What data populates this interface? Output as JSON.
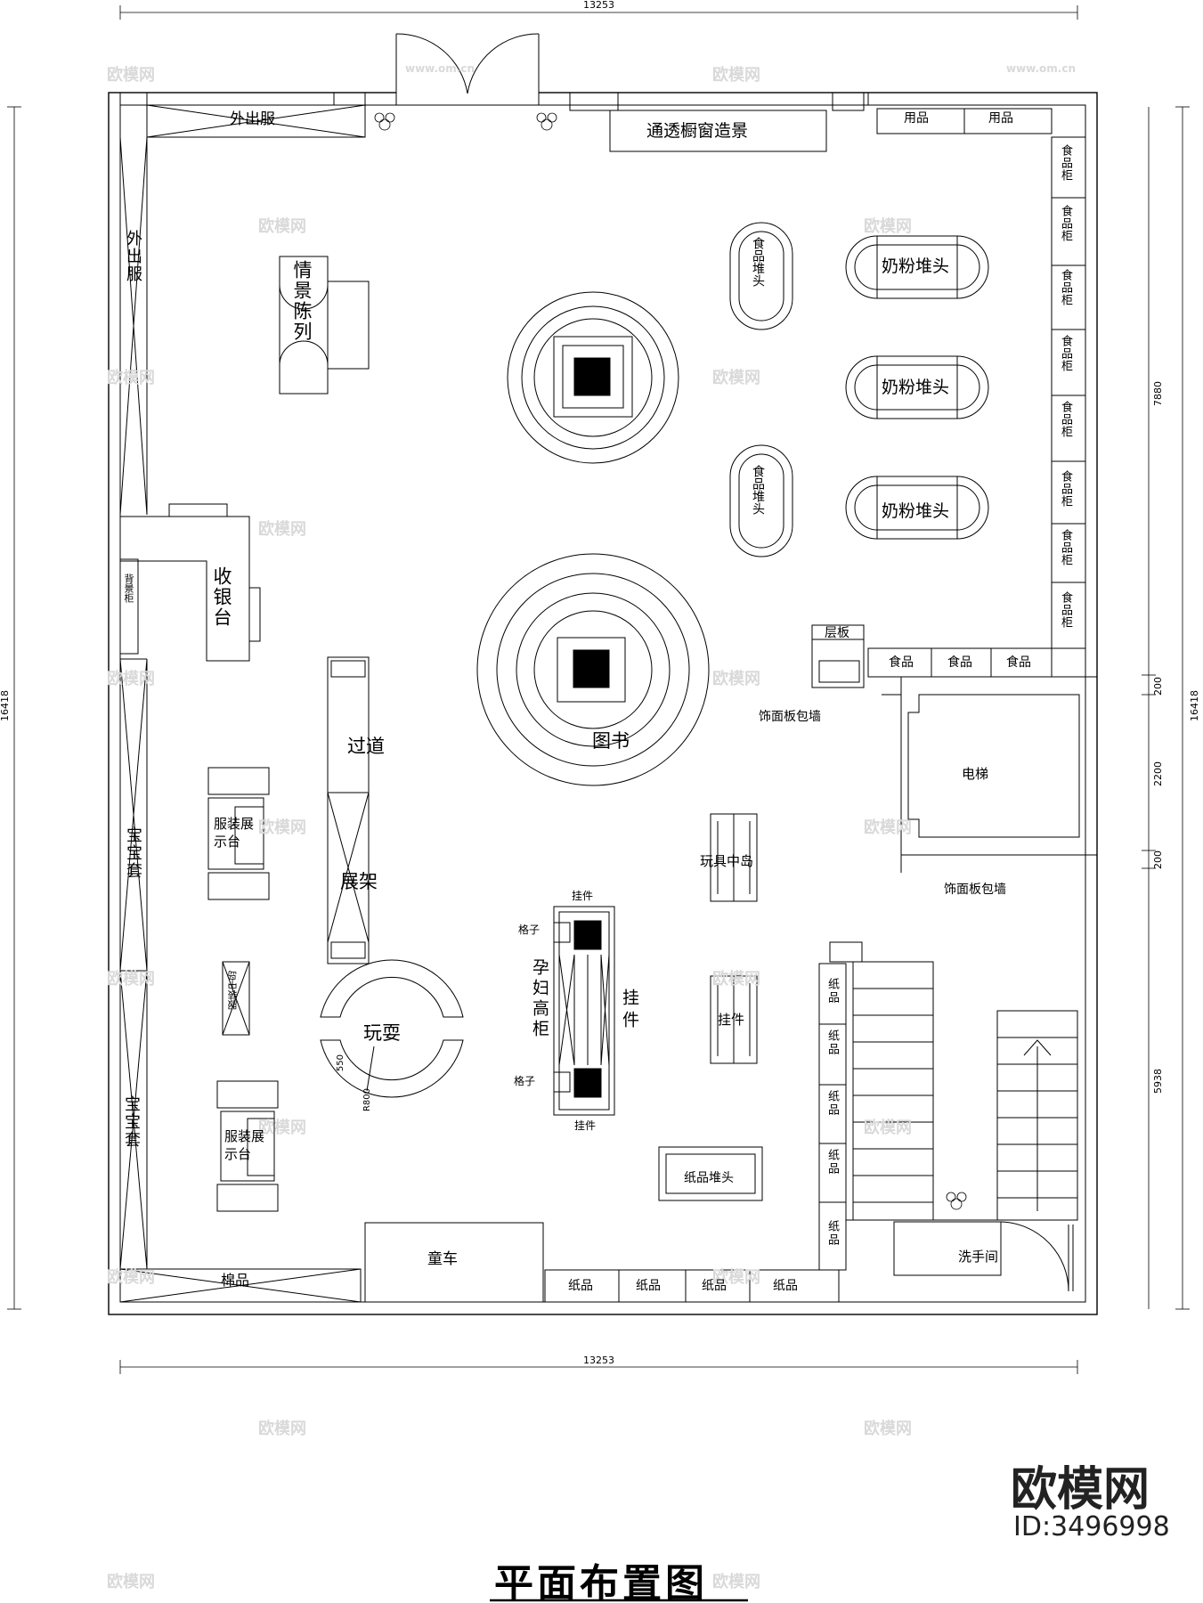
{
  "title": "平面布置图",
  "brand": {
    "name": "欧模网",
    "id": "ID:3496998"
  },
  "dimensions": {
    "width_top": "13253",
    "width_bottom": "13253",
    "height_left": "16418",
    "height_right": "16418",
    "right_upper": "7880",
    "right_200a": "200",
    "right_2200": "2200",
    "right_200b": "200",
    "right_lower": "5938"
  },
  "labels": {
    "outwear_top": "外出服",
    "outwear_left": "外出服",
    "window_display": "通透橱窗造景",
    "supplies_1": "用品",
    "supplies_2": "用品",
    "scene_display": "情景陈列",
    "food_stack_1": "食品堆头",
    "food_stack_2": "食品堆头",
    "milk_1": "奶粉堆头",
    "milk_2": "奶粉堆头",
    "milk_3": "奶粉堆头",
    "food_cabinet": "食品柜",
    "food_1": "食品",
    "food_2": "食品",
    "food_3": "食品",
    "shelf_board": "层板",
    "cladding_1": "饰面板包墙",
    "cladding_2": "饰面板包墙",
    "elevator": "电梯",
    "cashier": "收银台",
    "back_cabinet": "背景柜",
    "aisle": "过道",
    "rack": "展架",
    "books": "图书",
    "clothing_display_1": "服装展示台",
    "clothing_display_2": "服装展示台",
    "baby_set_1": "宝宝套",
    "baby_set_2": "宝宝套",
    "clothing_island": "服装中岛",
    "toys": "玩耍",
    "r550": "550",
    "r800": "R800",
    "hanging_top": "挂件",
    "hanging_bottom": "挂件",
    "hanging_side": "挂件",
    "grid_1": "格子",
    "grid_2": "格子",
    "maternity_cabinet": "孕妇高柜",
    "toy_island": "玩具中岛",
    "hanging_rack": "挂件",
    "paper_stack": "纸品堆头",
    "paper_side": "纸品",
    "paper_1": "纸品",
    "paper_2": "纸品",
    "paper_3": "纸品",
    "paper_4": "纸品",
    "stroller": "童车",
    "cotton": "棉品",
    "washroom": "洗手间"
  },
  "watermark": {
    "brand": "欧模网",
    "url": "www.om.cn"
  }
}
